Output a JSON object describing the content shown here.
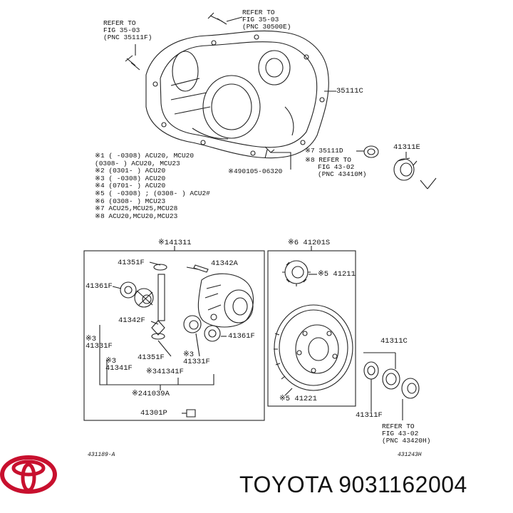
{
  "refs": {
    "ref_top_left": [
      "REFER TO",
      "FIG 35-03",
      "(PNC 35111F)"
    ],
    "ref_top_mid": [
      "REFER TO",
      "FIG 35-03",
      "(PNC 30500E)"
    ],
    "ref_mid_right": [
      "REFER TO",
      "FIG 43-02",
      "(PNC 43410M)"
    ],
    "ref_bottom_right": [
      "REFER TO",
      "FIG 43-02",
      "(PNC 43420H)"
    ]
  },
  "parts": {
    "p35111C": "35111C",
    "p35111D": "※7 35111D",
    "p41311E": "41311E",
    "p490105": "※490105-06320",
    "p141311": "※141311",
    "p641201S": "※6 41201S",
    "p41351F_top": "41351F",
    "p41342A": "41342A",
    "p41361F_left": "41361F",
    "p41342F": "41342F",
    "p41331F_left": "※3\n41331F",
    "p41351F_bot": "41351F",
    "p41341F_a": "※3\n41341F",
    "p41341F_b": "※341341F",
    "p41331F_mid": "※3\n41331F",
    "p41361F_right": "41361F",
    "p241039A": "※241039A",
    "p41301P": "41301P",
    "p541211": "※5 41211",
    "p541221": "※5 41221",
    "p41311C": "41311C",
    "p41311F": "41311F"
  },
  "notes": [
    "※1 (     -0308) ACU20, MCU20",
    "    (0308-     ) ACU20, MCU23",
    "※2 (0301-     ) ACU20",
    "※3 (     -0308) ACU20",
    "※4 (0701-     ) ACU20",
    "※5 (     -0308) ; (0308-     ) ACU2#",
    "※6 (0308-     ) MCU23",
    "※7 ACU25,MCU25,MCU28",
    "※8 ACU20,MCU20,MCU23"
  ],
  "ref_note": "※8 REFER TO",
  "figure_ids": {
    "left": "431189-A",
    "right": "431243H"
  },
  "brand": {
    "name": "TOYOTA",
    "part_number": "9031162004",
    "label": "TOYOTA 9031162004",
    "logo_color": "#c8102e"
  }
}
